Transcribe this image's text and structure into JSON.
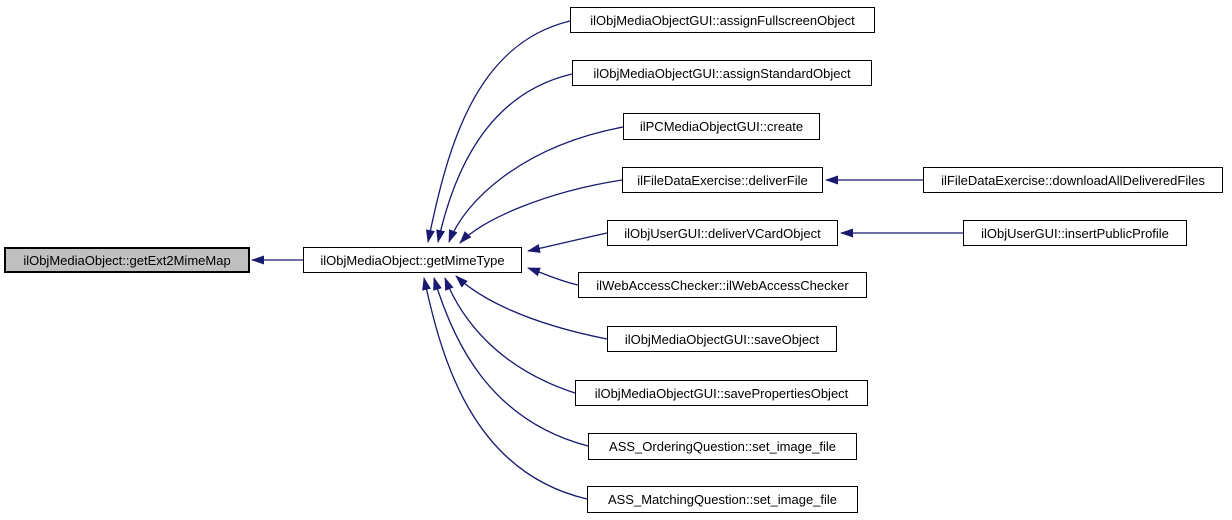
{
  "diagram": {
    "type": "call-graph",
    "direction": "callers-point-left",
    "edge_color": "#191970",
    "node_border_color": "#000000",
    "node_fill_color": "#ffffff",
    "current_node_fill_color": "#c0c0c0",
    "nodes": [
      {
        "id": "getExt2MimeMap",
        "label": "ilObjMediaObject::getExt2MimeMap",
        "role": "current"
      },
      {
        "id": "getMimeType",
        "label": "ilObjMediaObject::getMimeType",
        "role": "normal"
      },
      {
        "id": "assignFullscreenObject",
        "label": "ilObjMediaObjectGUI::assignFullscreenObject",
        "role": "normal"
      },
      {
        "id": "assignStandardObject",
        "label": "ilObjMediaObjectGUI::assignStandardObject",
        "role": "normal"
      },
      {
        "id": "create",
        "label": "ilPCMediaObjectGUI::create",
        "role": "normal"
      },
      {
        "id": "deliverFile",
        "label": "ilFileDataExercise::deliverFile",
        "role": "normal"
      },
      {
        "id": "deliverVCardObject",
        "label": "ilObjUserGUI::deliverVCardObject",
        "role": "normal"
      },
      {
        "id": "ilWebAccessChecker",
        "label": "ilWebAccessChecker::ilWebAccessChecker",
        "role": "normal"
      },
      {
        "id": "saveObject",
        "label": "ilObjMediaObjectGUI::saveObject",
        "role": "normal"
      },
      {
        "id": "savePropertiesObject",
        "label": "ilObjMediaObjectGUI::savePropertiesObject",
        "role": "normal"
      },
      {
        "id": "setImageFileOrdering",
        "label": "ASS_OrderingQuestion::set_image_file",
        "role": "normal"
      },
      {
        "id": "setImageFileMatching",
        "label": "ASS_MatchingQuestion::set_image_file",
        "role": "normal"
      },
      {
        "id": "downloadAllDeliveredFiles",
        "label": "ilFileDataExercise::downloadAllDeliveredFiles",
        "role": "normal"
      },
      {
        "id": "insertPublicProfile",
        "label": "ilObjUserGUI::insertPublicProfile",
        "role": "normal"
      }
    ],
    "edges": [
      {
        "from": "getMimeType",
        "to": "getExt2MimeMap"
      },
      {
        "from": "assignFullscreenObject",
        "to": "getMimeType"
      },
      {
        "from": "assignStandardObject",
        "to": "getMimeType"
      },
      {
        "from": "create",
        "to": "getMimeType"
      },
      {
        "from": "deliverFile",
        "to": "getMimeType"
      },
      {
        "from": "deliverVCardObject",
        "to": "getMimeType"
      },
      {
        "from": "ilWebAccessChecker",
        "to": "getMimeType"
      },
      {
        "from": "saveObject",
        "to": "getMimeType"
      },
      {
        "from": "savePropertiesObject",
        "to": "getMimeType"
      },
      {
        "from": "setImageFileOrdering",
        "to": "getMimeType"
      },
      {
        "from": "setImageFileMatching",
        "to": "getMimeType"
      },
      {
        "from": "downloadAllDeliveredFiles",
        "to": "deliverFile"
      },
      {
        "from": "insertPublicProfile",
        "to": "deliverVCardObject"
      }
    ]
  }
}
